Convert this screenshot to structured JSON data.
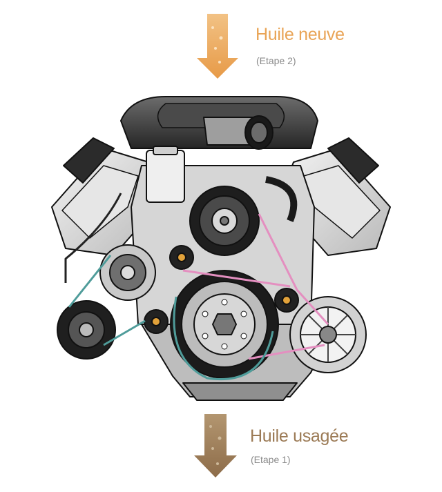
{
  "labels": {
    "new_oil": "Huile neuve",
    "new_oil_step": "(Etape 2)",
    "used_oil": "Huile usagée",
    "used_oil_step": "(Etape 1)"
  },
  "colors": {
    "new_oil": "#e9a456",
    "used_oil": "#9b7a55",
    "belt_pink": "#e48fc0",
    "belt_teal": "#4f9c9a"
  },
  "icons": {
    "top_arrow": "arrow-down-icon",
    "bottom_arrow": "arrow-down-icon",
    "engine": "v-engine-illustration"
  }
}
